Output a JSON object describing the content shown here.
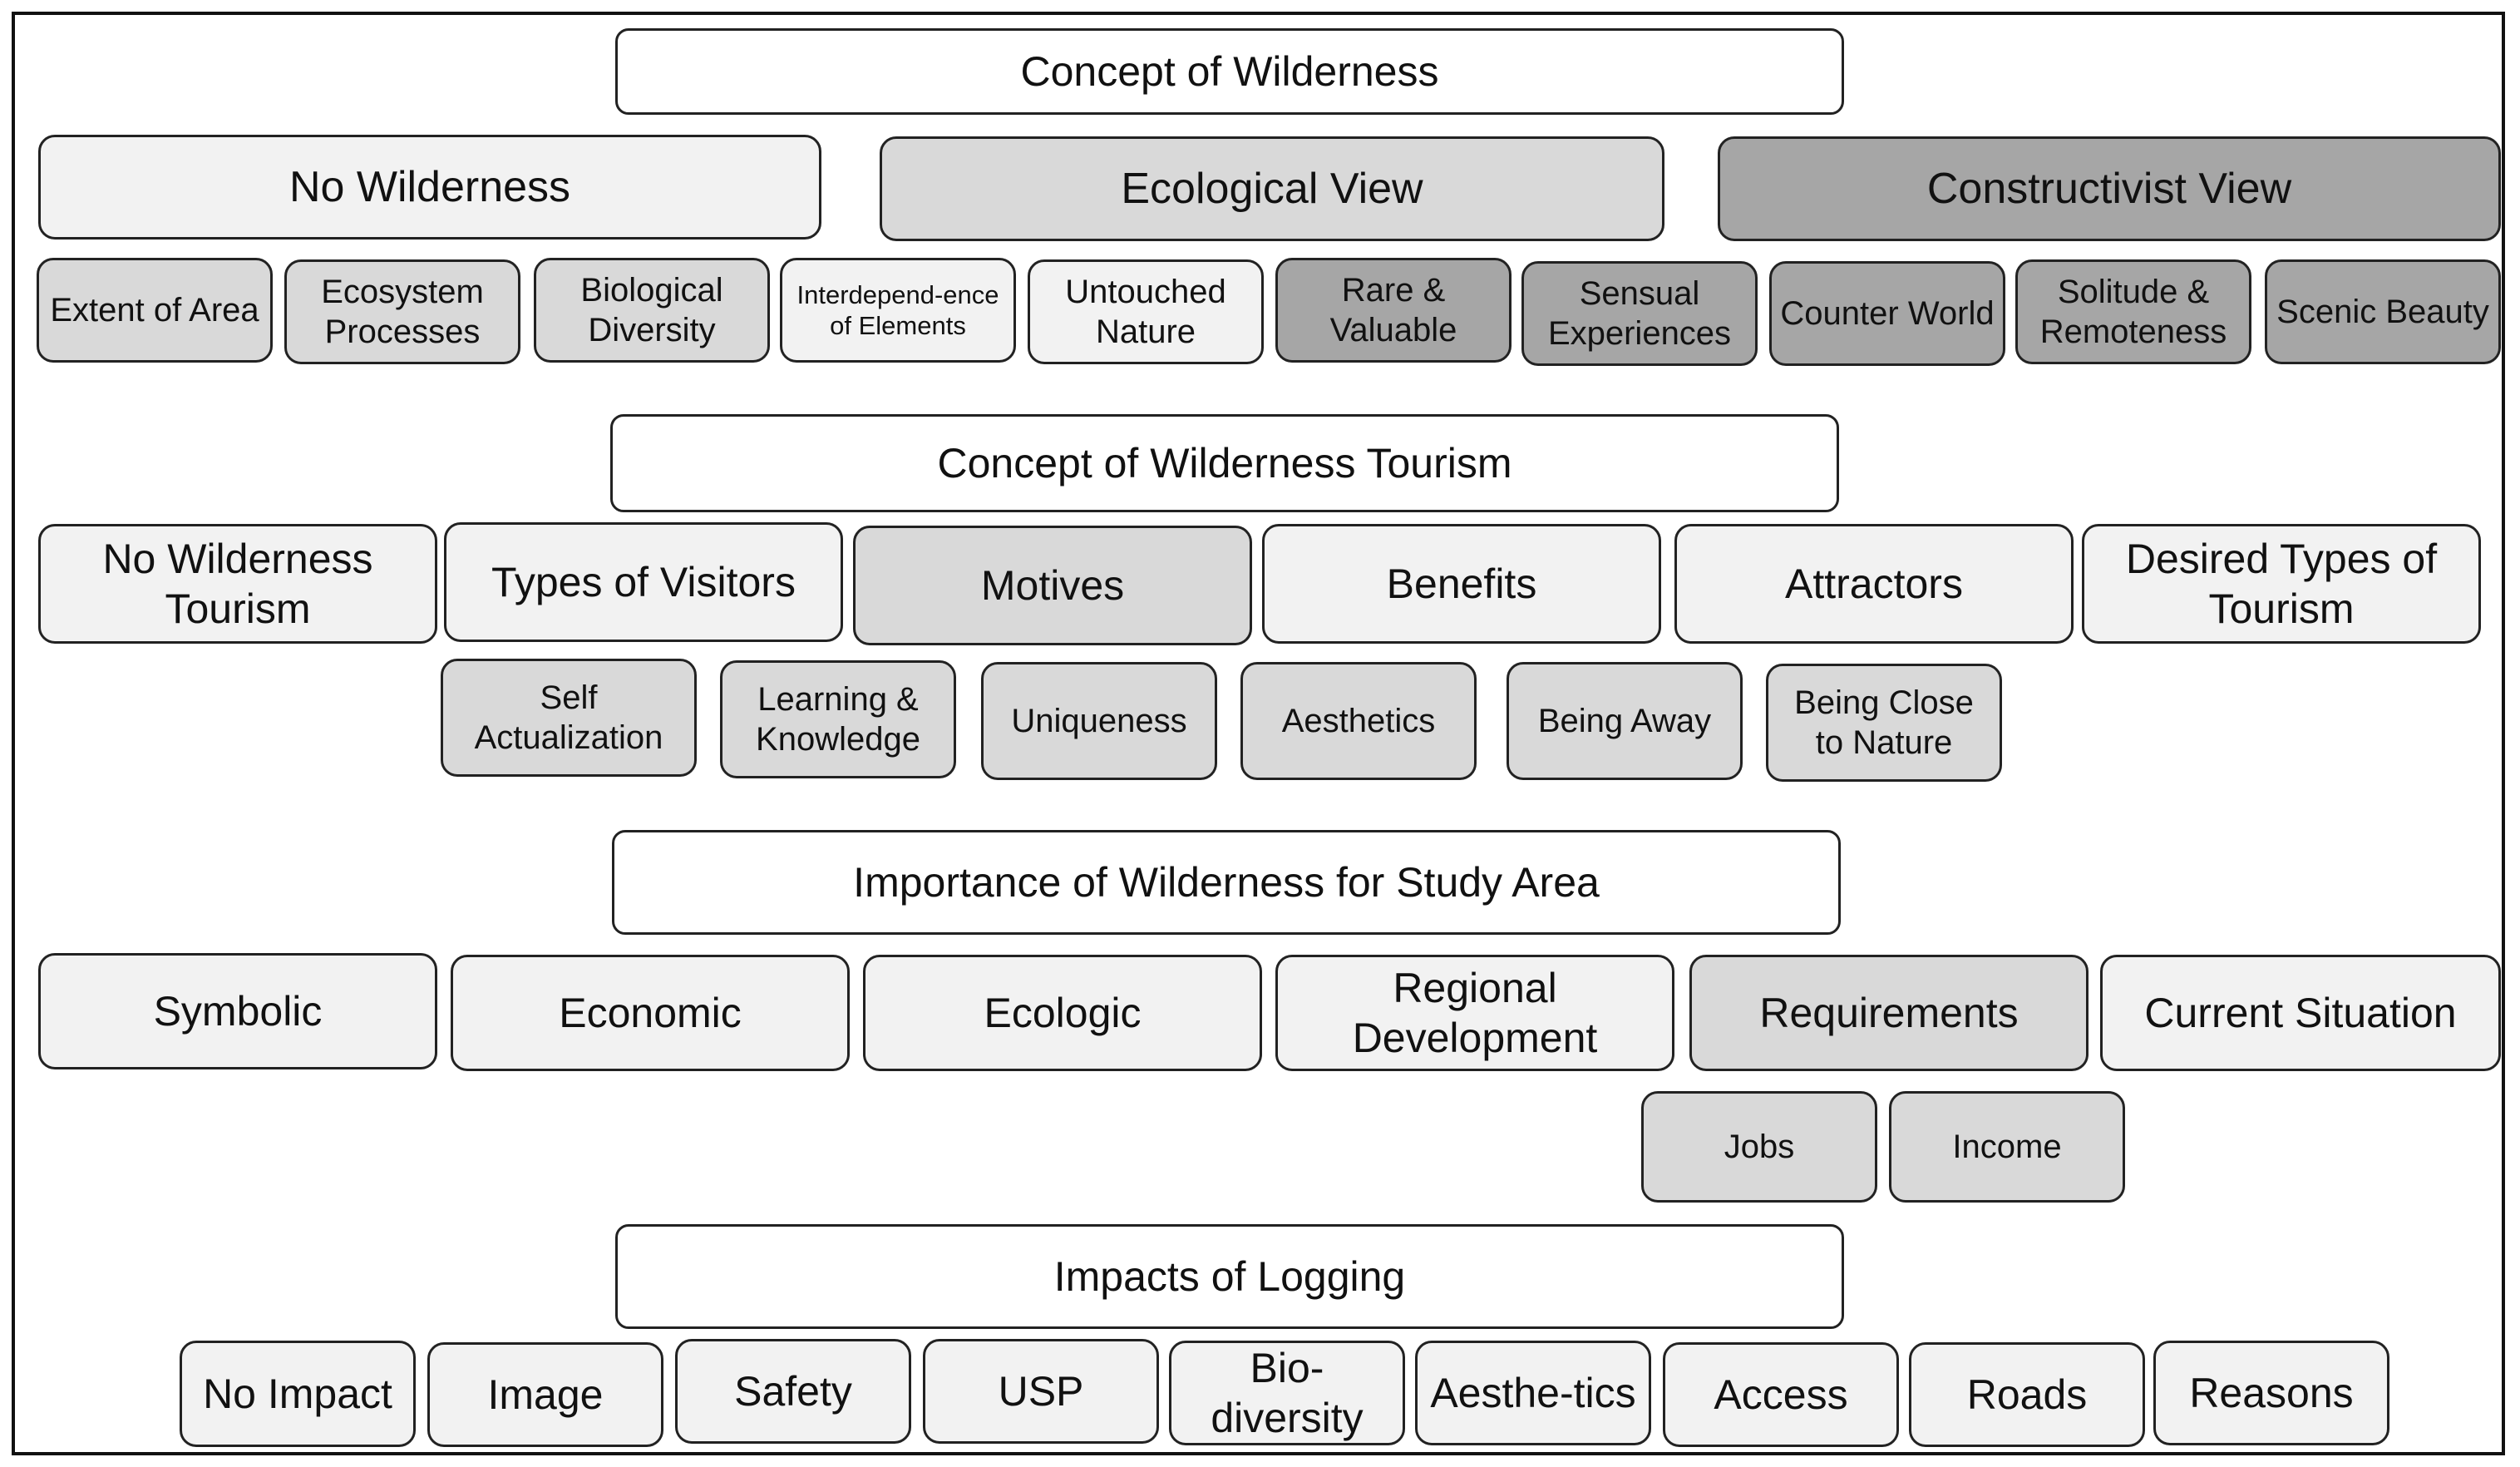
{
  "sections": [
    {
      "heading": "Concept of Wilderness",
      "categories": [
        "No Wilderness",
        "Ecological View",
        "Constructivist View"
      ],
      "subitems": [
        "Extent of Area",
        "Ecosystem Processes",
        "Biological Diversity",
        "Interdepend-ence of Elements",
        "Untouched Nature",
        "Rare & Valuable",
        "Sensual Experiences",
        "Counter World",
        "Solitude & Remoteness",
        "Scenic Beauty"
      ]
    },
    {
      "heading": "Concept of Wilderness Tourism",
      "categories": [
        "No Wilderness Tourism",
        "Types of Visitors",
        "Motives",
        "Benefits",
        "Attractors",
        "Desired Types of Tourism"
      ],
      "subitems": [
        "Self Actualization",
        "Learning & Knowledge",
        "Uniqueness",
        "Aesthetics",
        "Being Away",
        "Being Close to Nature"
      ]
    },
    {
      "heading": "Importance of Wilderness for Study Area",
      "categories": [
        "Symbolic",
        "Economic",
        "Ecologic",
        "Regional Development",
        "Requirements",
        "Current Situation"
      ],
      "subitems": [
        "Jobs",
        "Income"
      ]
    },
    {
      "heading": "Impacts of Logging",
      "categories": [
        "No Impact",
        "Image",
        "Safety",
        "USP",
        "Bio-diversity",
        "Aesthe-tics",
        "Access",
        "Roads",
        "Reasons"
      ]
    }
  ],
  "colors": {
    "white": "#ffffff",
    "light": "#f2f2f2",
    "medium": "#d9d9d9",
    "dark": "#a6a6a6",
    "border": "#222222"
  }
}
